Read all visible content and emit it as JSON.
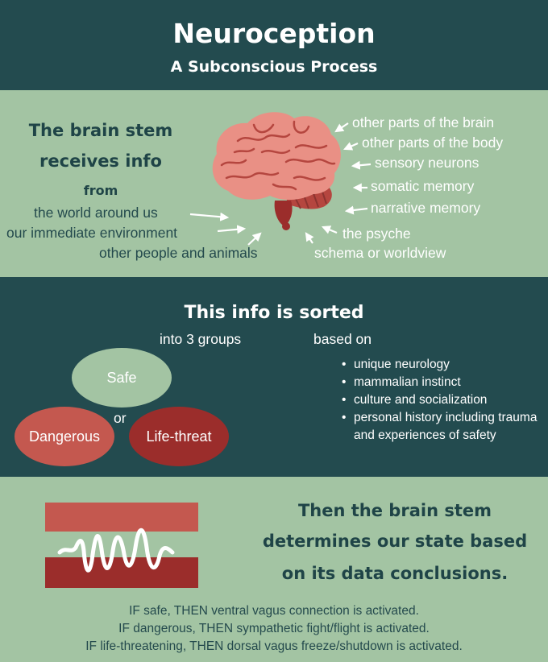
{
  "header": {
    "title": "Neuroception",
    "subtitle": "A Subconscious Process"
  },
  "intake": {
    "heading_line1": "The brain stem",
    "heading_line2": "receives info",
    "heading_line3": "from",
    "external_sources": [
      "the world around us",
      "our immediate environment",
      "other people and animals"
    ],
    "internal_sources": [
      "other parts of the brain",
      "other parts of the body",
      "sensory neurons",
      "somatic memory",
      "narrative memory",
      "the psyche",
      "schema or worldview"
    ]
  },
  "sorting": {
    "heading": "This info is sorted",
    "groups_label": "into 3 groups",
    "based_on_label": "based on",
    "groups": [
      {
        "label": "Safe",
        "color": "#a3c4a3"
      },
      {
        "label": "Dangerous",
        "color": "#c4584f"
      },
      {
        "label": "Life-threat",
        "color": "#9b2d2b"
      }
    ],
    "or_label": "or",
    "factors": [
      "unique neurology",
      "mammalian instinct",
      "culture and socialization",
      "personal history including trauma and experiences of safety"
    ]
  },
  "state": {
    "heading_line1": "Then the brain stem",
    "heading_line2": "determines our state based",
    "heading_line3": "on its data conclusions.",
    "conditions": [
      "IF safe, THEN ventral vagus connection is activated.",
      "IF dangerous, THEN sympathetic fight/flight is activated.",
      "IF life-threatening, THEN dorsal vagus freeze/shutdown is activated."
    ]
  },
  "colors": {
    "dark_teal": "#234b4f",
    "sage": "#a3c4a3",
    "danger_red": "#c4584f",
    "life_threat_red": "#9b2d2b",
    "brain_pink": "#e99085"
  },
  "icons": {
    "brain": "brain-icon",
    "waveform": "waveform-icon"
  }
}
